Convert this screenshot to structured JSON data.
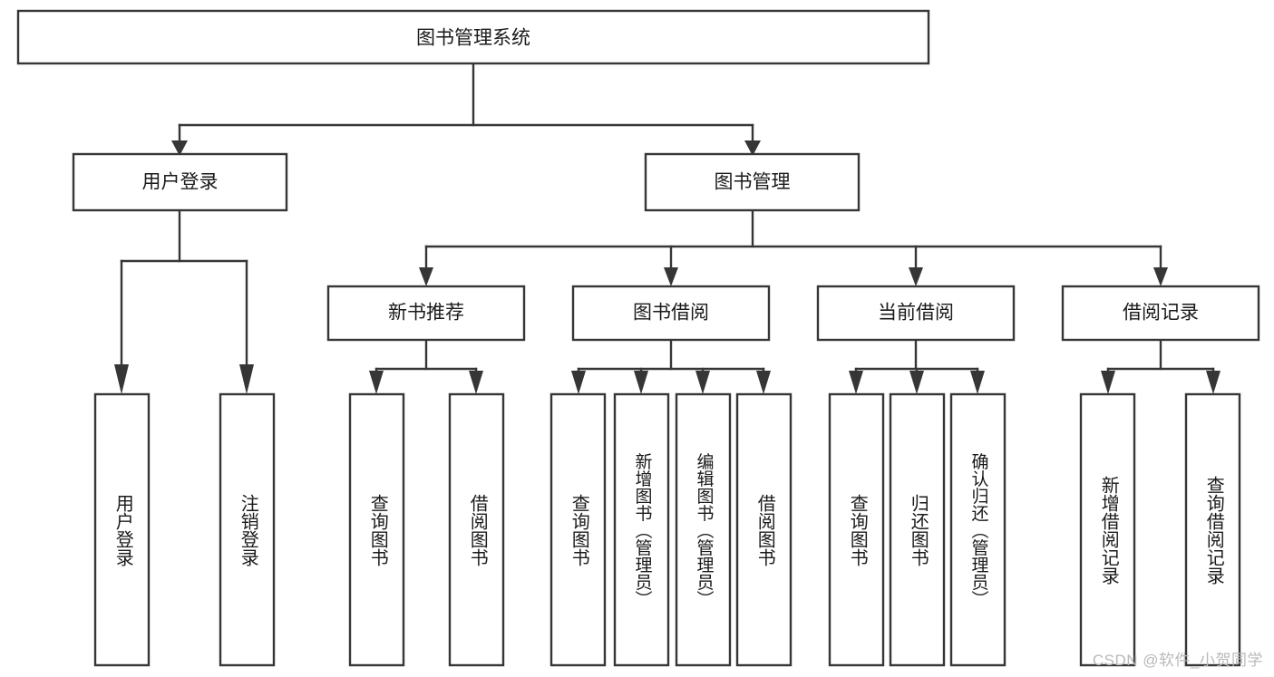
{
  "diagram": {
    "type": "tree-hierarchy-chart",
    "title": "图书管理系统",
    "watermark": "CSDN @软件_小贺同学",
    "colors": {
      "box_fill": "#ffffff",
      "box_stroke": "#363636",
      "text": "#1a1a1a",
      "watermark": "#b9b9b9",
      "background": "#ffffff"
    },
    "root": {
      "id": "root",
      "label": "图书管理系统",
      "orientation": "horizontal"
    },
    "level2": [
      {
        "id": "user-login",
        "label": "用户登录",
        "orientation": "horizontal"
      },
      {
        "id": "book-manage",
        "label": "图书管理",
        "orientation": "horizontal"
      }
    ],
    "level3": [
      {
        "id": "new-book-recommend",
        "label": "新书推荐",
        "orientation": "horizontal",
        "parent": "book-manage"
      },
      {
        "id": "book-borrow",
        "label": "图书借阅",
        "orientation": "horizontal",
        "parent": "book-manage"
      },
      {
        "id": "current-borrow",
        "label": "当前借阅",
        "orientation": "horizontal",
        "parent": "book-manage"
      },
      {
        "id": "borrow-record",
        "label": "借阅记录",
        "orientation": "horizontal",
        "parent": "book-manage"
      }
    ],
    "leaves": [
      {
        "id": "leaf-user-login",
        "label": "用户登录",
        "orientation": "vertical",
        "parent": "user-login"
      },
      {
        "id": "leaf-user-logout",
        "label": "注销登录",
        "orientation": "vertical",
        "parent": "user-login"
      },
      {
        "id": "leaf-query-book-1",
        "label": "查询图书",
        "orientation": "vertical",
        "parent": "new-book-recommend"
      },
      {
        "id": "leaf-borrow-book-1",
        "label": "借阅图书",
        "orientation": "vertical",
        "parent": "new-book-recommend"
      },
      {
        "id": "leaf-query-book-2",
        "label": "查询图书",
        "orientation": "vertical",
        "parent": "book-borrow"
      },
      {
        "id": "leaf-add-book",
        "label": "新增图书（管理员）",
        "orientation": "vertical",
        "parent": "book-borrow"
      },
      {
        "id": "leaf-edit-book",
        "label": "编辑图书（管理员）",
        "orientation": "vertical",
        "parent": "book-borrow"
      },
      {
        "id": "leaf-borrow-book-2",
        "label": "借阅图书",
        "orientation": "vertical",
        "parent": "book-borrow"
      },
      {
        "id": "leaf-query-book-3",
        "label": "查询图书",
        "orientation": "vertical",
        "parent": "current-borrow"
      },
      {
        "id": "leaf-return-book",
        "label": "归还图书",
        "orientation": "vertical",
        "parent": "current-borrow"
      },
      {
        "id": "leaf-confirm-return",
        "label": "确认归还（管理员）",
        "orientation": "vertical",
        "parent": "current-borrow"
      },
      {
        "id": "leaf-add-record",
        "label": "新增借阅记录",
        "orientation": "vertical",
        "parent": "borrow-record"
      },
      {
        "id": "leaf-query-record",
        "label": "查询借阅记录",
        "orientation": "vertical",
        "parent": "borrow-record"
      }
    ]
  }
}
